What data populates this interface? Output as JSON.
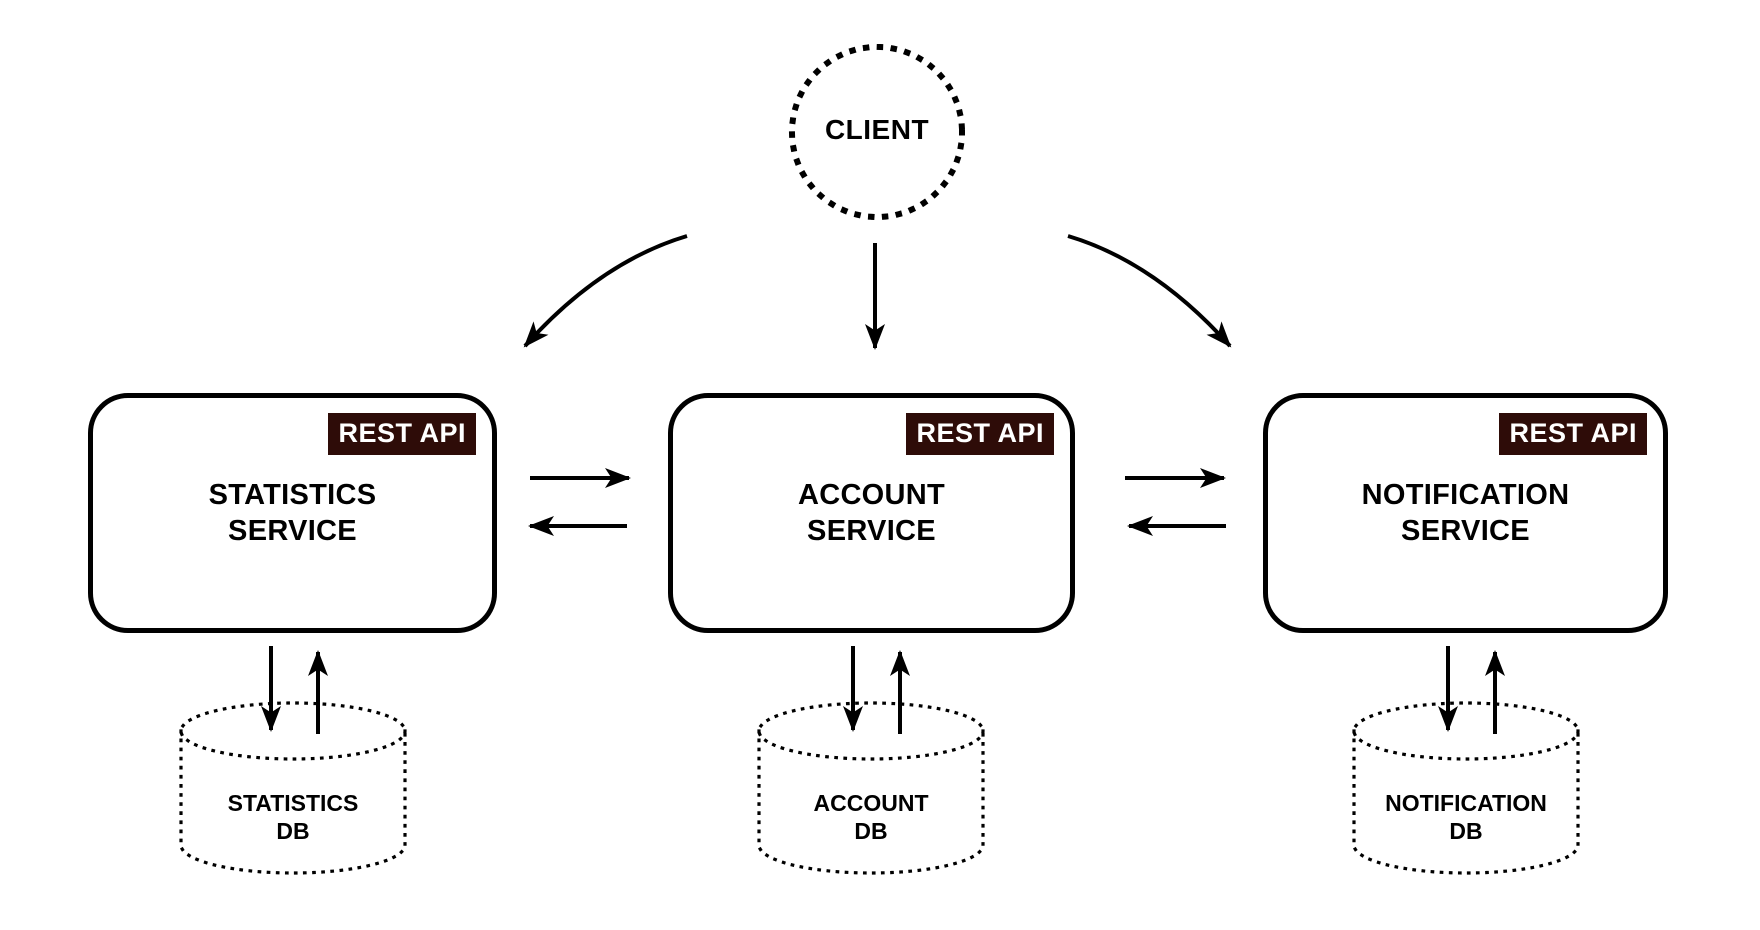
{
  "canvas": {
    "background": "#ffffff"
  },
  "colors": {
    "line": "#000000",
    "text": "#000000",
    "badge_bg": "#2e0c08",
    "badge_text": "#ffffff"
  },
  "client": {
    "label": "CLIENT"
  },
  "services": [
    {
      "id": "statistics",
      "badge": "REST API",
      "line1": "STATISTICS",
      "line2": "SERVICE"
    },
    {
      "id": "account",
      "badge": "REST API",
      "line1": "ACCOUNT",
      "line2": "SERVICE"
    },
    {
      "id": "notification",
      "badge": "REST API",
      "line1": "NOTIFICATION",
      "line2": "SERVICE"
    }
  ],
  "databases": [
    {
      "id": "statistics-db",
      "line1": "STATISTICS",
      "line2": "DB"
    },
    {
      "id": "account-db",
      "line1": "ACCOUNT",
      "line2": "DB"
    },
    {
      "id": "notification-db",
      "line1": "NOTIFICATION",
      "line2": "DB"
    }
  ],
  "edges": [
    {
      "from": "client",
      "to": "statistics-service",
      "direction": "one-way"
    },
    {
      "from": "client",
      "to": "account-service",
      "direction": "one-way"
    },
    {
      "from": "client",
      "to": "notification-service",
      "direction": "one-way"
    },
    {
      "from": "statistics-service",
      "to": "account-service",
      "direction": "two-way"
    },
    {
      "from": "account-service",
      "to": "notification-service",
      "direction": "two-way"
    },
    {
      "from": "statistics-service",
      "to": "statistics-db",
      "direction": "two-way"
    },
    {
      "from": "account-service",
      "to": "account-db",
      "direction": "two-way"
    },
    {
      "from": "notification-service",
      "to": "notification-db",
      "direction": "two-way"
    }
  ]
}
